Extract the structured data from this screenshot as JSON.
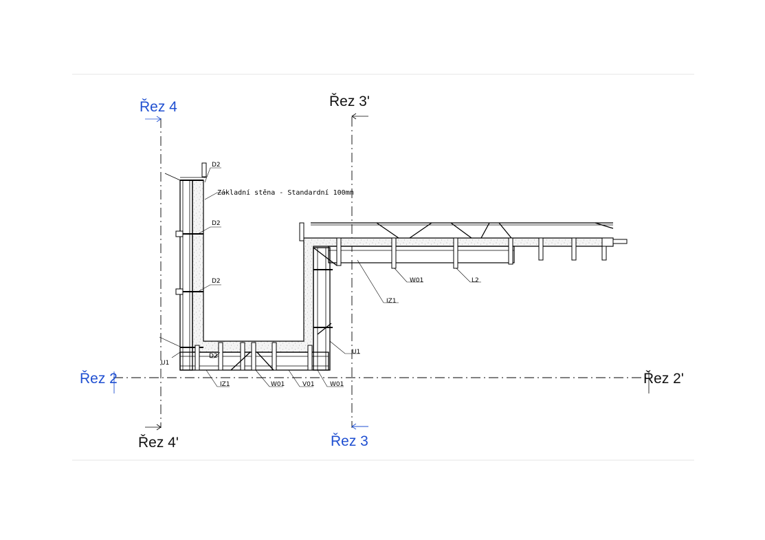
{
  "colors": {
    "section_blue": "#1f4fd1",
    "section_black": "#111111",
    "frame_line": "#e6e6e6"
  },
  "section_marks": {
    "rez4": "Řez 4",
    "rez4_prime": "Řez 4'",
    "rez3": "Řez 3",
    "rez3_prime": "Řez 3'",
    "rez2": "Řez 2",
    "rez2_prime": "Řez 2'"
  },
  "wall_note": "Základní stěna - Standardní 100mm",
  "tags": {
    "d2_top": "D2",
    "d2_upper": "D2",
    "d2_mid": "D2",
    "d2_bottom": "D2",
    "u1_left": "U1",
    "u1_right": "U1",
    "iz1_bottom": "IZ1",
    "iz1_right": "IZ1",
    "w01_bottom_a": "W01",
    "v01_bottom": "V01",
    "w01_bottom_b": "W01",
    "w01_slab": "W01",
    "l2_slab": "L2"
  }
}
